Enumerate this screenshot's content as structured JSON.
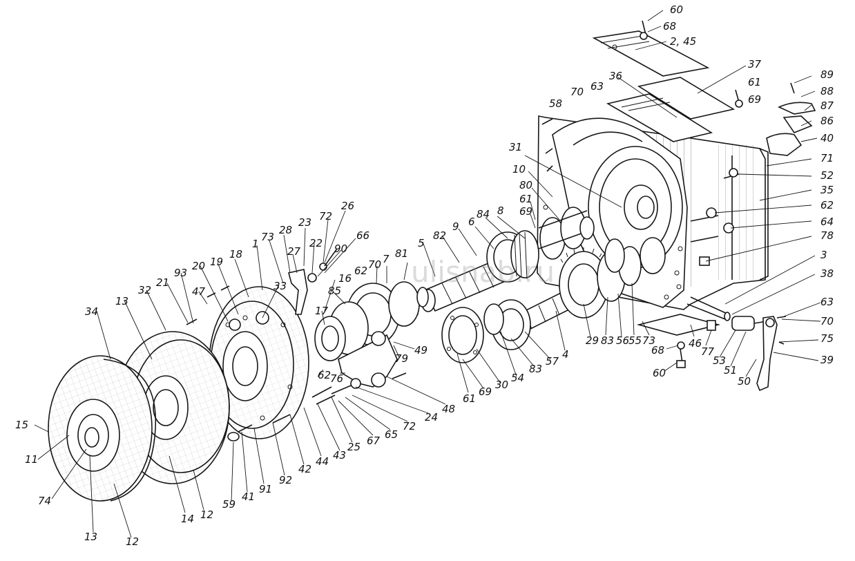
{
  "watermark": "ulisnab.ru",
  "callouts": [
    {
      "id": "c60a",
      "label": "60"
    },
    {
      "id": "c68a",
      "label": "68"
    },
    {
      "id": "c245",
      "label": "2, 45"
    },
    {
      "id": "c37",
      "label": "37"
    },
    {
      "id": "c36",
      "label": "36"
    },
    {
      "id": "c89",
      "label": "89"
    },
    {
      "id": "c88",
      "label": "88"
    },
    {
      "id": "c61a",
      "label": "61"
    },
    {
      "id": "c69a",
      "label": "69"
    },
    {
      "id": "c87",
      "label": "87"
    },
    {
      "id": "c63a",
      "label": "63"
    },
    {
      "id": "c70a",
      "label": "70"
    },
    {
      "id": "c58",
      "label": "58"
    },
    {
      "id": "c86",
      "label": "86"
    },
    {
      "id": "c40",
      "label": "40"
    },
    {
      "id": "c31",
      "label": "31"
    },
    {
      "id": "c71",
      "label": "71"
    },
    {
      "id": "c10",
      "label": "10"
    },
    {
      "id": "c52",
      "label": "52"
    },
    {
      "id": "c80",
      "label": "80"
    },
    {
      "id": "c35",
      "label": "35"
    },
    {
      "id": "c61b",
      "label": "61"
    },
    {
      "id": "c69b",
      "label": "69"
    },
    {
      "id": "c62a",
      "label": "62"
    },
    {
      "id": "c8",
      "label": "8"
    },
    {
      "id": "c84",
      "label": "84"
    },
    {
      "id": "c64",
      "label": "64"
    },
    {
      "id": "c6",
      "label": "6"
    },
    {
      "id": "c9",
      "label": "9"
    },
    {
      "id": "c82",
      "label": "82"
    },
    {
      "id": "c78",
      "label": "78"
    },
    {
      "id": "c26",
      "label": "26"
    },
    {
      "id": "c72a",
      "label": "72"
    },
    {
      "id": "c5",
      "label": "5"
    },
    {
      "id": "c3",
      "label": "3"
    },
    {
      "id": "c23",
      "label": "23"
    },
    {
      "id": "c28",
      "label": "28"
    },
    {
      "id": "c66",
      "label": "66"
    },
    {
      "id": "c81",
      "label": "81"
    },
    {
      "id": "c22",
      "label": "22"
    },
    {
      "id": "c90",
      "label": "90"
    },
    {
      "id": "c73a",
      "label": "73"
    },
    {
      "id": "c27",
      "label": "27"
    },
    {
      "id": "c7",
      "label": "7"
    },
    {
      "id": "c70b",
      "label": "70"
    },
    {
      "id": "c38",
      "label": "38"
    },
    {
      "id": "c1",
      "label": "1"
    },
    {
      "id": "c18",
      "label": "18"
    },
    {
      "id": "c62b",
      "label": "62"
    },
    {
      "id": "c33",
      "label": "33"
    },
    {
      "id": "c19",
      "label": "19"
    },
    {
      "id": "c20",
      "label": "20"
    },
    {
      "id": "c85",
      "label": "85"
    },
    {
      "id": "c16",
      "label": "16"
    },
    {
      "id": "c93",
      "label": "93"
    },
    {
      "id": "c47",
      "label": "47"
    },
    {
      "id": "c17",
      "label": "17"
    },
    {
      "id": "c21",
      "label": "21"
    },
    {
      "id": "c63b",
      "label": "63"
    },
    {
      "id": "c70c",
      "label": "70"
    },
    {
      "id": "c32",
      "label": "32"
    },
    {
      "id": "c49",
      "label": "49"
    },
    {
      "id": "c79",
      "label": "79"
    },
    {
      "id": "c13a",
      "label": "13"
    },
    {
      "id": "c29",
      "label": "29"
    },
    {
      "id": "c83a",
      "label": "83"
    },
    {
      "id": "c56",
      "label": "56"
    },
    {
      "id": "c55",
      "label": "55"
    },
    {
      "id": "c73b",
      "label": "73"
    },
    {
      "id": "c75",
      "label": "75"
    },
    {
      "id": "c34",
      "label": "34"
    },
    {
      "id": "c4",
      "label": "4"
    },
    {
      "id": "c57",
      "label": "57"
    },
    {
      "id": "c83b",
      "label": "83"
    },
    {
      "id": "c54",
      "label": "54"
    },
    {
      "id": "c30",
      "label": "30"
    },
    {
      "id": "c69c",
      "label": "69"
    },
    {
      "id": "c61c",
      "label": "61"
    },
    {
      "id": "c68b",
      "label": "68"
    },
    {
      "id": "c46",
      "label": "46"
    },
    {
      "id": "c77",
      "label": "77"
    },
    {
      "id": "c53",
      "label": "53"
    },
    {
      "id": "c51",
      "label": "51"
    },
    {
      "id": "c50",
      "label": "50"
    },
    {
      "id": "c39",
      "label": "39"
    },
    {
      "id": "c60b",
      "label": "60"
    },
    {
      "id": "c76",
      "label": "76"
    },
    {
      "id": "c62c",
      "label": "62"
    },
    {
      "id": "c48",
      "label": "48"
    },
    {
      "id": "c24",
      "label": "24"
    },
    {
      "id": "c72b",
      "label": "72"
    },
    {
      "id": "c65",
      "label": "65"
    },
    {
      "id": "c67",
      "label": "67"
    },
    {
      "id": "c25",
      "label": "25"
    },
    {
      "id": "c43",
      "label": "43"
    },
    {
      "id": "c44",
      "label": "44"
    },
    {
      "id": "c42",
      "label": "42"
    },
    {
      "id": "c92",
      "label": "92"
    },
    {
      "id": "c91",
      "label": "91"
    },
    {
      "id": "c41",
      "label": "41"
    },
    {
      "id": "c59",
      "label": "59"
    },
    {
      "id": "c15",
      "label": "15"
    },
    {
      "id": "c11",
      "label": "11"
    },
    {
      "id": "c74",
      "label": "74"
    },
    {
      "id": "c13b",
      "label": "13"
    },
    {
      "id": "c12a",
      "label": "12"
    },
    {
      "id": "c14",
      "label": "14"
    },
    {
      "id": "c12b",
      "label": "12"
    }
  ]
}
